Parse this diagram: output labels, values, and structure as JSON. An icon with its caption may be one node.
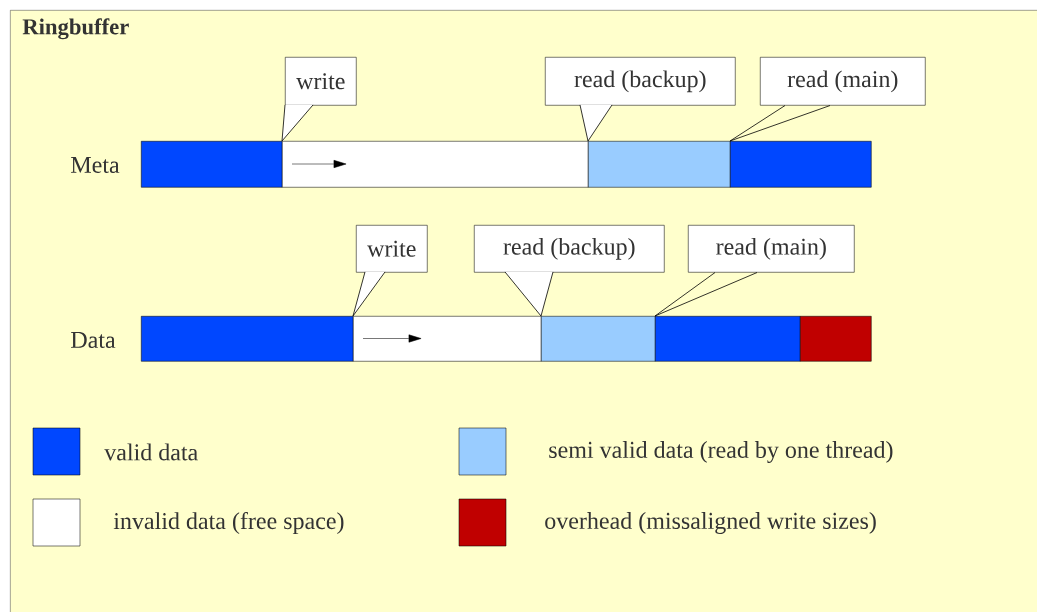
{
  "diagram": {
    "nodes": [
      {
        "text": [
          "Ringbuffer"
        ]
      },
      {
        "text": [
          "write"
        ],
        "in": 0
      },
      {
        "text": [
          "read (backup)"
        ],
        "in": 0
      },
      {
        "text": [
          "read (main)"
        ],
        "in": 0
      },
      {
        "text": [
          "write"
        ],
        "in": 0
      },
      {
        "text": [
          "read (backup)"
        ],
        "in": 0
      },
      {
        "text": [
          "read (main)"
        ],
        "in": 0
      },
      {
        "text": [],
        "shape": "bar",
        "in": 0
      },
      {
        "text": [],
        "shape": "bar",
        "in": 0
      },
      {
        "text": [],
        "shape": "bar",
        "in": 0
      },
      {
        "text": [],
        "shape": "bar",
        "in": 0
      },
      {
        "text": [],
        "shape": "bar",
        "in": 0
      },
      {
        "text": [],
        "shape": "bar",
        "in": 0
      },
      {
        "text": [],
        "shape": "bar",
        "in": 0
      },
      {
        "text": [],
        "shape": "bar",
        "in": 0
      },
      {
        "text": [],
        "shape": "bar",
        "in": 0
      }
    ],
    "edges": [
      {
        "from": 1,
        "to": null,
        "arrow": "to"
      },
      {
        "from": 2,
        "to": null,
        "arrow": "to"
      },
      {
        "from": 3,
        "to": null,
        "arrow": "none"
      },
      {
        "from": 4,
        "to": null,
        "arrow": "to"
      },
      {
        "from": 5,
        "to": null,
        "arrow": "to"
      },
      {
        "from": 6,
        "to": null,
        "arrow": "none"
      }
    ],
    "labels": [
      "Meta",
      "Data"
    ],
    "legend": [
      {
        "text": "valid data",
        "color": "#0047ff"
      },
      {
        "text": "semi valid data (read by one thread)",
        "color": "#99ccff"
      },
      {
        "text": "invalid data (free space)",
        "color": "#ffffff"
      },
      {
        "text": "overhead (missaligned write sizes)",
        "color": "#c00000"
      }
    ]
  }
}
